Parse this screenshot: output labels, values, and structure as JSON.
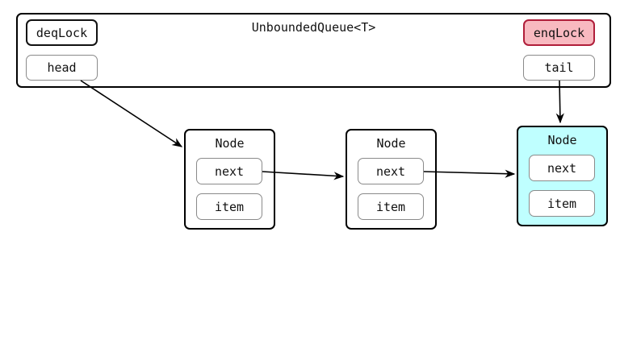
{
  "queue": {
    "title": "UnboundedQueue<T>",
    "deq_lock": "deqLock",
    "enq_lock": "enqLock",
    "head": "head",
    "tail": "tail"
  },
  "nodes": [
    {
      "title": "Node",
      "next": "next",
      "item": "item"
    },
    {
      "title": "Node",
      "next": "next",
      "item": "item"
    },
    {
      "title": "Node",
      "next": "next",
      "item": "item",
      "highlighted": true
    }
  ],
  "colors": {
    "enq_lock_fill": "#f8b9c0",
    "enq_lock_border": "#b01e3a",
    "tail_node_fill": "#bfffff"
  }
}
